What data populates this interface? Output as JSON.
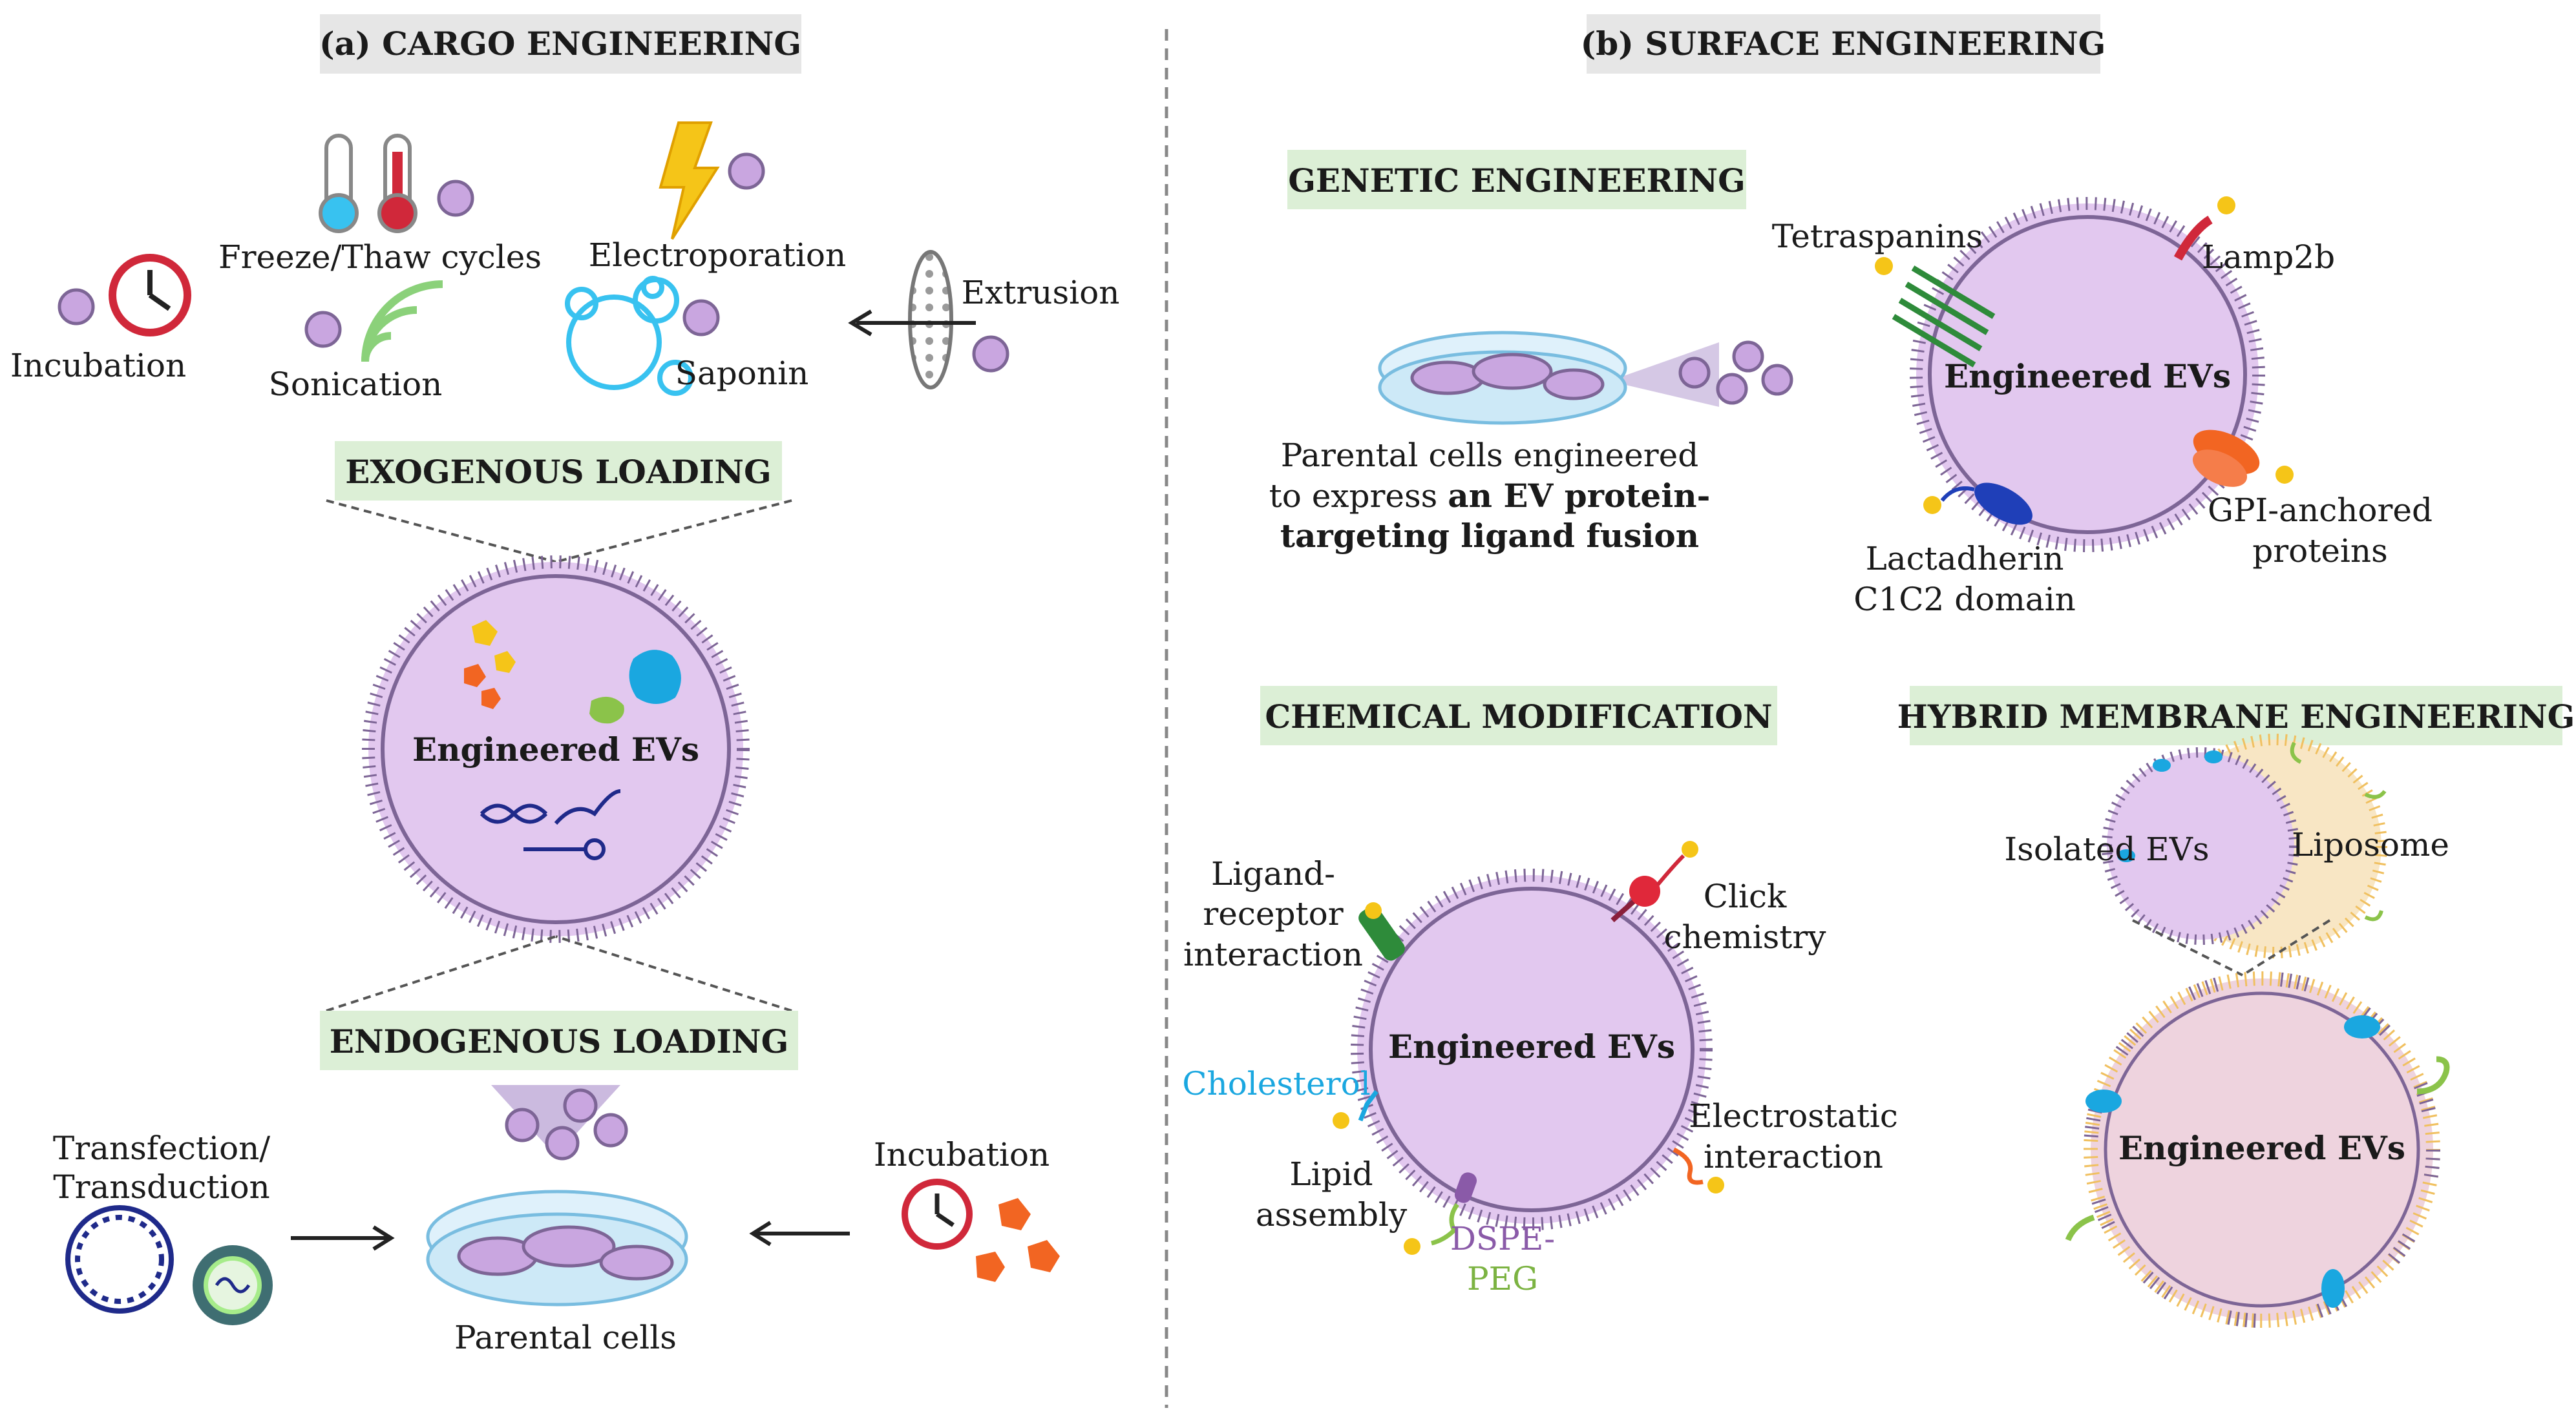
{
  "sections": {
    "cargo": "(a) CARGO ENGINEERING",
    "surface": "(b) SURFACE ENGINEERING"
  },
  "headers": {
    "exogenous": "EXOGENOUS LOADING",
    "endogenous": "ENDOGENOUS LOADING",
    "genetic": "GENETIC ENGINEERING",
    "chemical": "CHEMICAL MODIFICATION",
    "hybrid": "HYBRID MEMBRANE ENGINEERING"
  },
  "labels": {
    "incubation_top": "Incubation",
    "freeze_thaw": "Freeze/Thaw cycles",
    "electroporation": "Electroporation",
    "extrusion": "Extrusion",
    "sonication": "Sonication",
    "saponin": "Saponin",
    "engineered_evs": "Engineered EVs",
    "transfection_1": "Transfection/",
    "transfection_2": "Transduction",
    "incubation_bottom": "Incubation",
    "parental_cells": "Parental cells",
    "genetic_desc_1": "Parental cells engineered",
    "genetic_desc_2a": "to express ",
    "genetic_desc_2b": "an EV protein-",
    "genetic_desc_3": "targeting ligand fusion",
    "tetraspanins": "Tetraspanins",
    "lamp2b": "Lamp2b",
    "gpi_1": "GPI-anchored",
    "gpi_2": "proteins",
    "lactadherin_1": "Lactadherin",
    "lactadherin_2": "C1C2 domain",
    "ligand_1": "Ligand-",
    "ligand_2": "receptor",
    "ligand_3": "interaction",
    "click_1": "Click",
    "click_2": "chemistry",
    "cholesterol": "Cholesterol",
    "electrostatic_1": "Electrostatic",
    "electrostatic_2": "interaction",
    "lipid_1": "Lipid",
    "lipid_2": "assembly",
    "dspe_1": "DSPE-",
    "dspe_2": "PEG",
    "isolated_evs": "Isolated EVs",
    "liposome": "Liposome"
  },
  "colors": {
    "header_green": "#dcefd6",
    "header_grey": "#e6e6e6",
    "ev_fill": "#e2c8ef",
    "membrane": "#7d6596",
    "liposome_fill": "#f8e6c4",
    "liposome_membrane": "#f0c060",
    "cholesterol_text": "#1aa7e0",
    "dspe_text": "#8a5aa8",
    "peg_text": "#7cb342"
  }
}
